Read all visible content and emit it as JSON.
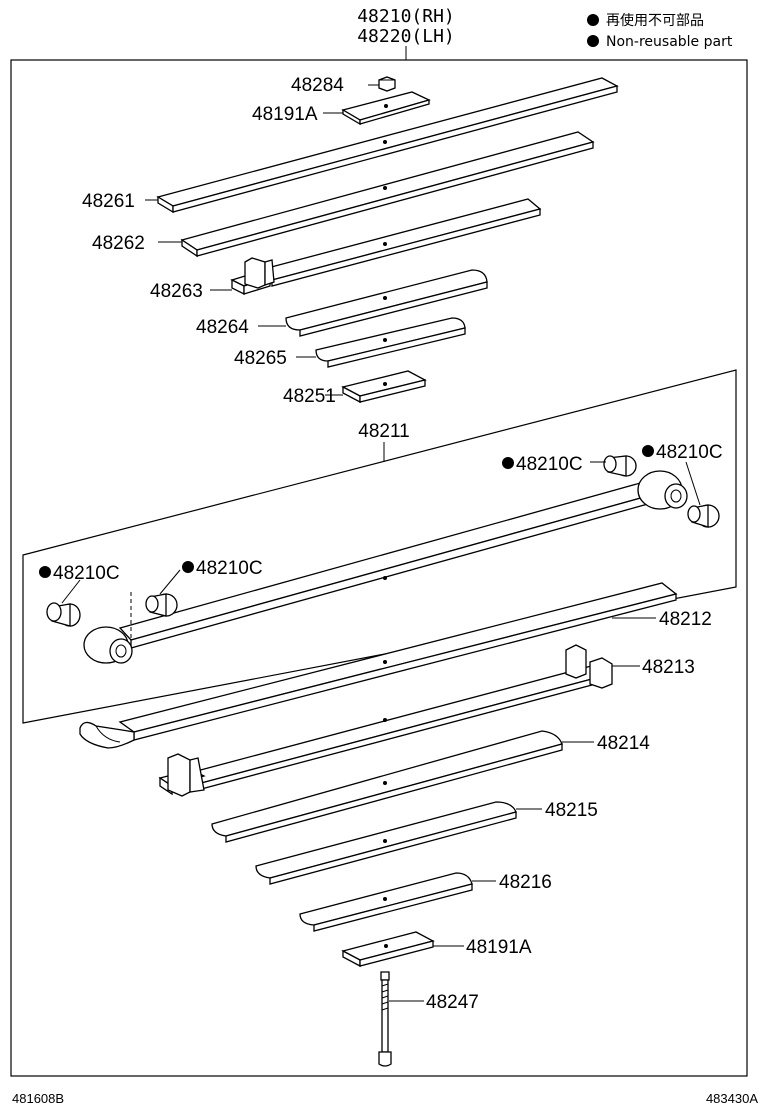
{
  "header": {
    "assembly_rh": "48210(RH)",
    "assembly_lh": "48220(LH)"
  },
  "legend": {
    "line1": "再使用不可部品",
    "line2": "Non-reusable part"
  },
  "parts": {
    "p48284": "48284",
    "p48191A_top": "48191A",
    "p48261": "48261",
    "p48262": "48262",
    "p48263": "48263",
    "p48264": "48264",
    "p48265": "48265",
    "p48251": "48251",
    "p48211": "48211",
    "p48210C_1": "48210C",
    "p48210C_2": "48210C",
    "p48210C_3": "48210C",
    "p48210C_4": "48210C",
    "p48212": "48212",
    "p48213": "48213",
    "p48214": "48214",
    "p48215": "48215",
    "p48216": "48216",
    "p48191A_bottom": "48191A",
    "p48247": "48247"
  },
  "footer": {
    "left_code": "481608B",
    "right_code": "483430A"
  },
  "colors": {
    "line": "#000000",
    "background": "#ffffff"
  }
}
